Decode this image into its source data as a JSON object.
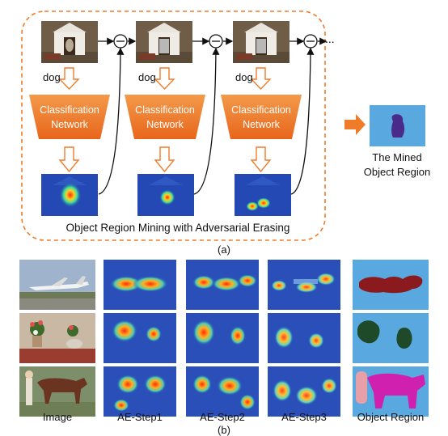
{
  "figure": {
    "part_a": {
      "class_labels": [
        "dog",
        "dog",
        "dog"
      ],
      "network_labels": [
        [
          "Classification",
          "Network"
        ],
        [
          "Classification",
          "Network"
        ],
        [
          "Classification",
          "Network"
        ]
      ],
      "ellipsis": "...",
      "frame_caption": "Object Region Mining with Adversarial Erasing",
      "sub_label": "(a)",
      "mined_region_caption": [
        "The Mined",
        "Object Region"
      ]
    },
    "part_b": {
      "column_labels": [
        "Image",
        "AE-Step1",
        "AE-Step2",
        "AE-Step3",
        "Object Region"
      ],
      "sub_label": "(b)",
      "rows": [
        "airplane",
        "potted plant",
        "horse and person"
      ]
    },
    "colors": {
      "accent_orange": "#f07c2a",
      "network_gradient_top": "#f39a4a",
      "network_gradient_bottom": "#e8661c",
      "heatmap_base": "#1e3fa8",
      "mask_background": "#5aa8e0"
    }
  }
}
